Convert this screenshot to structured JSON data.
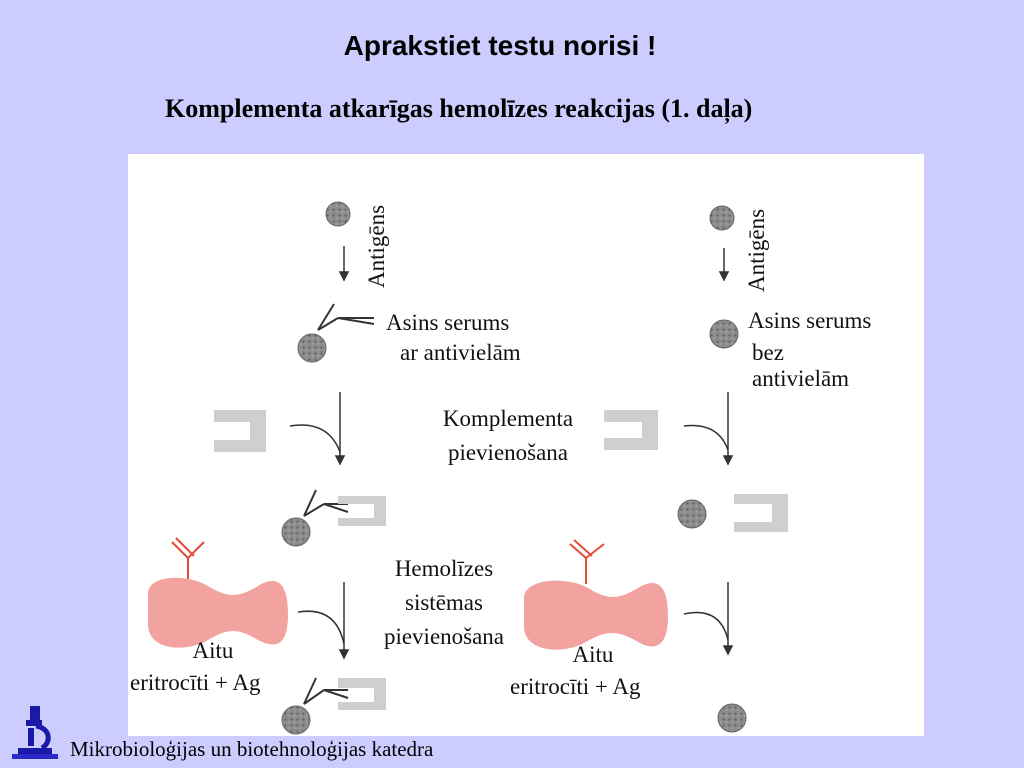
{
  "slide": {
    "title": "Aprakstiet testu norisi !",
    "subtitle": "Komplementa atkarīgas hemolīzes reakcijas (1. daļa)"
  },
  "diagram": {
    "left_column": {
      "antigen_label": "Antigēns",
      "serum_line1": "Asins serums",
      "serum_line2": "ar antivielām",
      "erythrocyte_line1": "Aitu",
      "erythrocyte_line2": "eritrocīti + Ag"
    },
    "right_column": {
      "antigen_label": "Antigēns",
      "serum_line1": "Asins serums",
      "serum_line2": "bez",
      "serum_line3": "antivielām",
      "erythrocyte_line1": "Aitu",
      "erythrocyte_line2": "eritrocīti + Ag"
    },
    "center": {
      "complement_line1": "Komplementa",
      "complement_line2": "pievienošana",
      "hemolysis_line1": "Hemolīzes",
      "hemolysis_line2": "sistēmas",
      "hemolysis_line3": "pievienošana"
    }
  },
  "footer": {
    "department": "Mikrobioloģijas un biotehnoloģijas katedra"
  },
  "colors": {
    "background": "#ccccff",
    "antigen": "#8c8c8c",
    "antibody_red": "#e24b3a",
    "erythrocyte": "#f2a3a0",
    "complement": "#cfcfcf"
  }
}
